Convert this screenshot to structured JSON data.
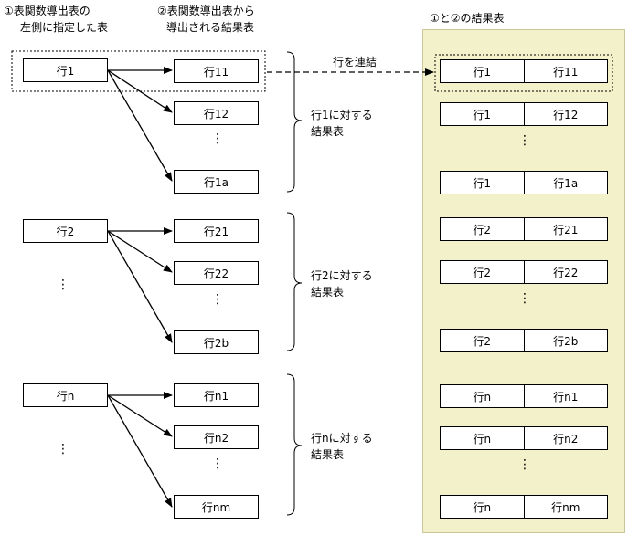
{
  "header": {
    "left_line1": "①表関数導出表の",
    "left_line2": "左側に指定した表",
    "mid_line1": "②表関数導出表から",
    "mid_line2": "導出される結果表",
    "right": "①と②の結果表"
  },
  "join_label": "行を連結",
  "vdots": "⋮",
  "groups": [
    {
      "source": "行1",
      "targets": [
        "行11",
        "行12",
        "行1a"
      ],
      "brace_line1": "行1に対する",
      "brace_line2": "結果表"
    },
    {
      "source": "行2",
      "targets": [
        "行21",
        "行22",
        "行2b"
      ],
      "brace_line1": "行2に対する",
      "brace_line2": "結果表"
    },
    {
      "source": "行n",
      "targets": [
        "行n1",
        "行n2",
        "行nm"
      ],
      "brace_line1": "行nに対する",
      "brace_line2": "結果表"
    }
  ],
  "result_rows": [
    [
      "行1",
      "行11"
    ],
    [
      "行1",
      "行12"
    ],
    [
      "行1",
      "行1a"
    ],
    [
      "行2",
      "行21"
    ],
    [
      "行2",
      "行22"
    ],
    [
      "行2",
      "行2b"
    ],
    [
      "行n",
      "行n1"
    ],
    [
      "行n",
      "行n2"
    ],
    [
      "行n",
      "行nm"
    ]
  ]
}
